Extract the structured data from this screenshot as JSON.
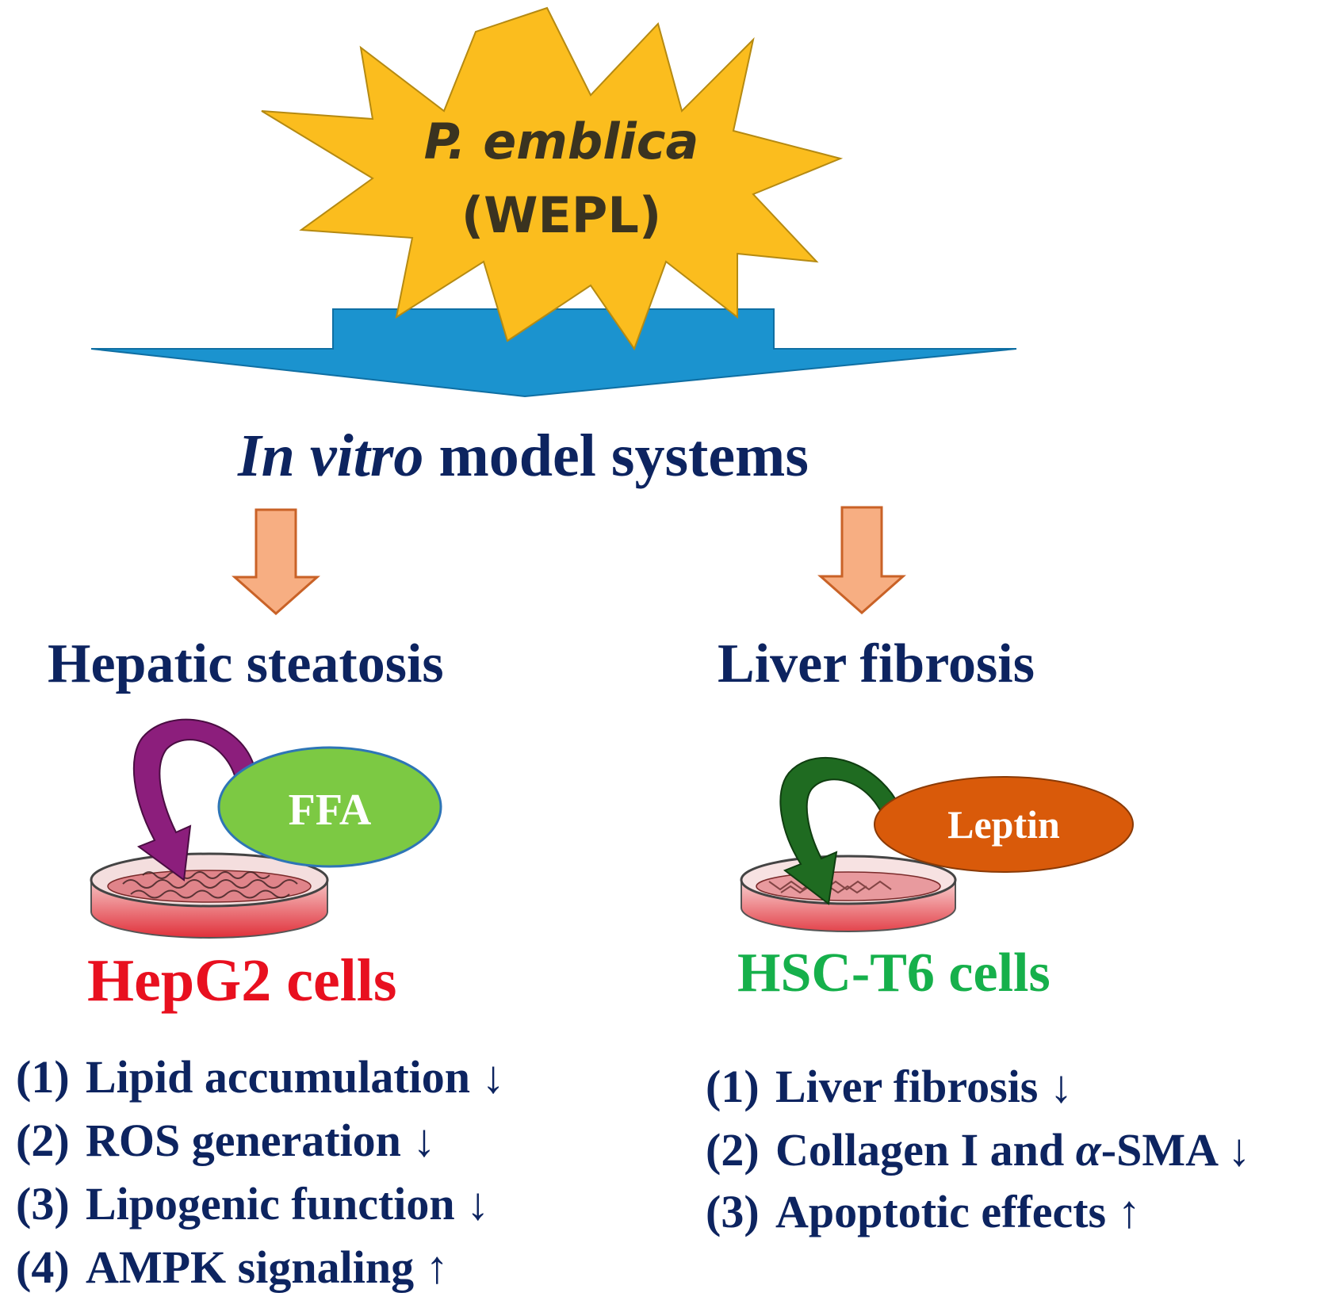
{
  "colors": {
    "navy": "#0d2460",
    "star_fill": "#fbbd1e",
    "big_arrow": "#1b93cf",
    "small_arrow_fill": "#f7ae82",
    "small_arrow_stroke": "#c96227",
    "hepg2_red": "#e8101f",
    "hsc_green": "#16b04b",
    "ffa_fill": "#7cc943",
    "ffa_stroke": "#2e75b6",
    "leptin_fill": "#d95a0a",
    "purple_arrow": "#8c1e7c",
    "green_arrow": "#1f6b21"
  },
  "source": {
    "line1": "P. emblica",
    "line2": "(WEPL)"
  },
  "model": {
    "italic": "In vitro",
    "rest": " model systems"
  },
  "left": {
    "title": "Hepatic steatosis",
    "inducer": "FFA",
    "cells": "HepG2 cells",
    "effects": [
      {
        "num": "(1)",
        "text": "Lipid accumulation ↓"
      },
      {
        "num": "(2)",
        "text": "ROS generation ↓"
      },
      {
        "num": "(3)",
        "text": "Lipogenic function ↓"
      },
      {
        "num": "(4)",
        "text": "AMPK signaling ↑"
      }
    ]
  },
  "right": {
    "title": "Liver fibrosis",
    "inducer": "Leptin",
    "cells": "HSC-T6 cells",
    "effects": [
      {
        "num": "(1)",
        "text": "Liver fibrosis ↓"
      },
      {
        "num": "(2)",
        "text_pre": "Collagen I and ",
        "text_italic": "α",
        "text_post": "-SMA ↓"
      },
      {
        "num": "(3)",
        "text": "Apoptotic effects ↑"
      }
    ]
  }
}
